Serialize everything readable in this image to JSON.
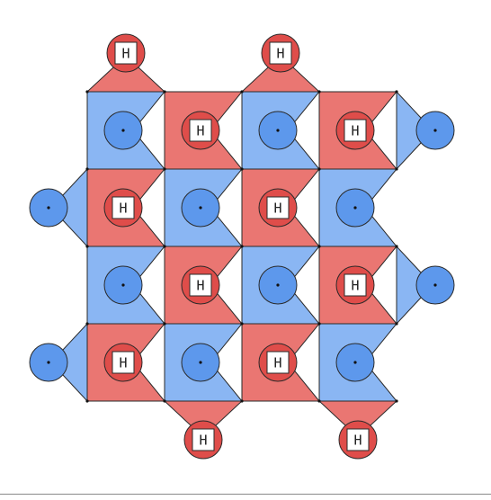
{
  "labels": {
    "h": "H"
  },
  "colors": {
    "red_fill": "#ea7672",
    "red_circle": "#df4d4a",
    "blue_fill": "#8ab6f3",
    "blue_circle": "#5d98ec",
    "stroke": "#2a2a2a",
    "box_fill": "#ffffff"
  },
  "grid": {
    "columns": 4,
    "rows": 4,
    "cells": [
      [
        "blue",
        "red",
        "blue",
        "red"
      ],
      [
        "red",
        "blue",
        "red",
        "blue"
      ],
      [
        "blue",
        "red",
        "blue",
        "red"
      ],
      [
        "red",
        "blue",
        "red",
        "blue"
      ]
    ],
    "outer_top": [
      1,
      3
    ],
    "outer_bottom": [
      2,
      4
    ],
    "outer_left": [
      2,
      4
    ],
    "outer_right": [
      1,
      3
    ]
  }
}
